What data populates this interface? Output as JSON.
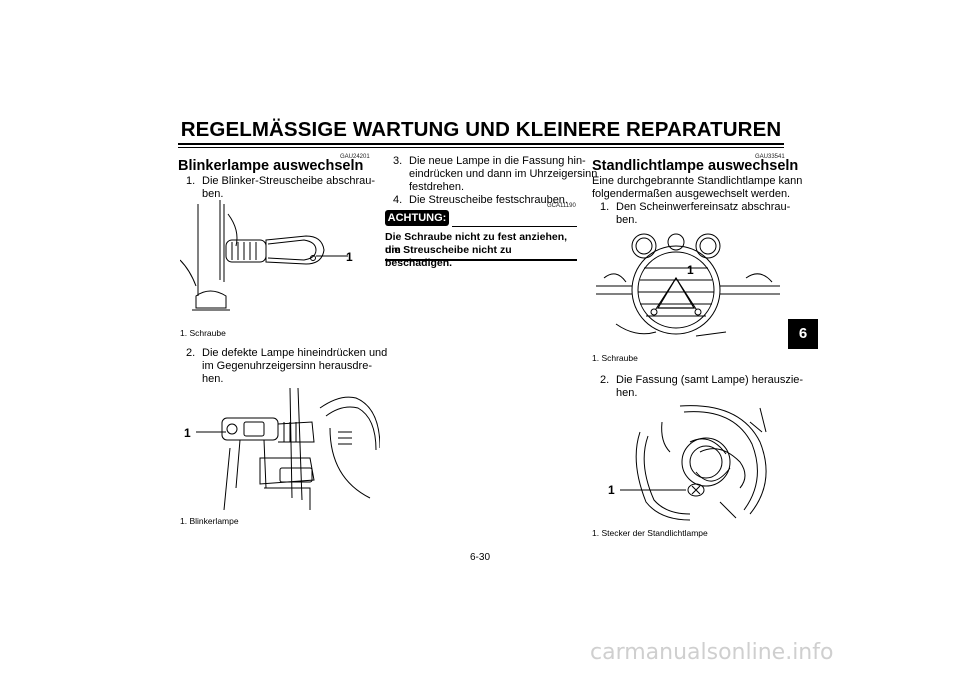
{
  "header": {
    "title": "REGELMÄSSIGE WARTUNG UND KLEINERE REPARATUREN"
  },
  "chapter_tab": "6",
  "page_number": "6-30",
  "watermark": "carmanualsonline.info",
  "left": {
    "code": "GAU24201",
    "heading": "Blinkerlampe auswechseln",
    "step1_num": "1.",
    "step1_a": "Die Blinker-Streuscheibe abschrau-",
    "step1_b": "ben.",
    "fig1_callout": "1",
    "fig1_caption": "1.  Schraube",
    "step2_num": "2.",
    "step2_a": "Die defekte Lampe hineindrücken und",
    "step2_b": "im Gegenuhrzeigersinn herausdre-",
    "step2_c": "hen.",
    "fig2_callout": "1",
    "fig2_caption": "1.  Blinkerlampe"
  },
  "middle": {
    "step3_num": "3.",
    "step3_a": "Die neue Lampe in die Fassung hin-",
    "step3_b": "eindrücken und dann im Uhrzeigersinn",
    "step3_c": "festdrehen.",
    "step4_num": "4.",
    "step4_a": "Die Streuscheibe festschrauben.",
    "warn_code": "GCA11190",
    "warn_label": "ACHTUNG:",
    "warn_text_a": "Die Schraube nicht zu fest anziehen, um",
    "warn_text_b": "die Streuscheibe nicht zu beschädigen."
  },
  "right": {
    "code": "GAU33541",
    "heading": "Standlichtlampe auswechseln",
    "intro_a": "Eine durchgebrannte Standlichtlampe kann",
    "intro_b": "folgendermaßen ausgewechselt werden.",
    "step1_num": "1.",
    "step1_a": "Den Scheinwerfereinsatz abschrau-",
    "step1_b": "ben.",
    "fig1_callout": "1",
    "fig1_caption": "1.  Schraube",
    "step2_num": "2.",
    "step2_a": "Die Fassung (samt Lampe) herauszie-",
    "step2_b": "hen.",
    "fig2_callout": "1",
    "fig2_caption": "1.  Stecker der Standlichtlampe"
  }
}
